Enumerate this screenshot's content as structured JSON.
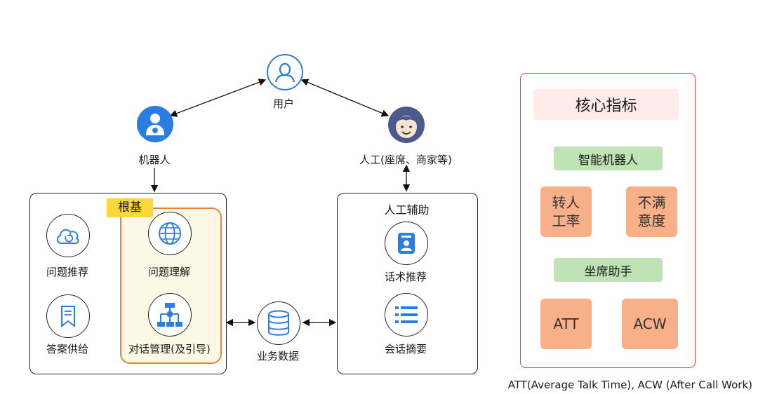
{
  "nodes": {
    "user": "用户",
    "robot": "机器人",
    "human": "人工(座席、商家等)",
    "business_data": "业务数据"
  },
  "robot_box": {
    "foundation_tag": "根基",
    "items": [
      "问题推荐",
      "答案供给",
      "问题理解",
      "对话管理(及引导)"
    ]
  },
  "assist_box": {
    "title": "人工辅助",
    "items": [
      "话术推荐",
      "会话摘要"
    ]
  },
  "metrics": {
    "title": "核心指标",
    "robot_section": "智能机器人",
    "robot_metrics": [
      "转人\n工率",
      "不满\n意度"
    ],
    "agent_section": "坐席助手",
    "agent_metrics": [
      "ATT",
      "ACW"
    ]
  },
  "footnote": "ATT(Average Talk Time), ACW (After Call Work)",
  "colors": {
    "icon_blue": "#2a7de1",
    "foundation_fill": "#fdf8e6",
    "foundation_border": "#e8833a",
    "tag_yellow": "#fbd73a",
    "metrics_border": "#e8424f",
    "metrics_title_bg": "#fdecea",
    "section_green": "#bfe3b4",
    "metric_orange": "#f8b089"
  }
}
